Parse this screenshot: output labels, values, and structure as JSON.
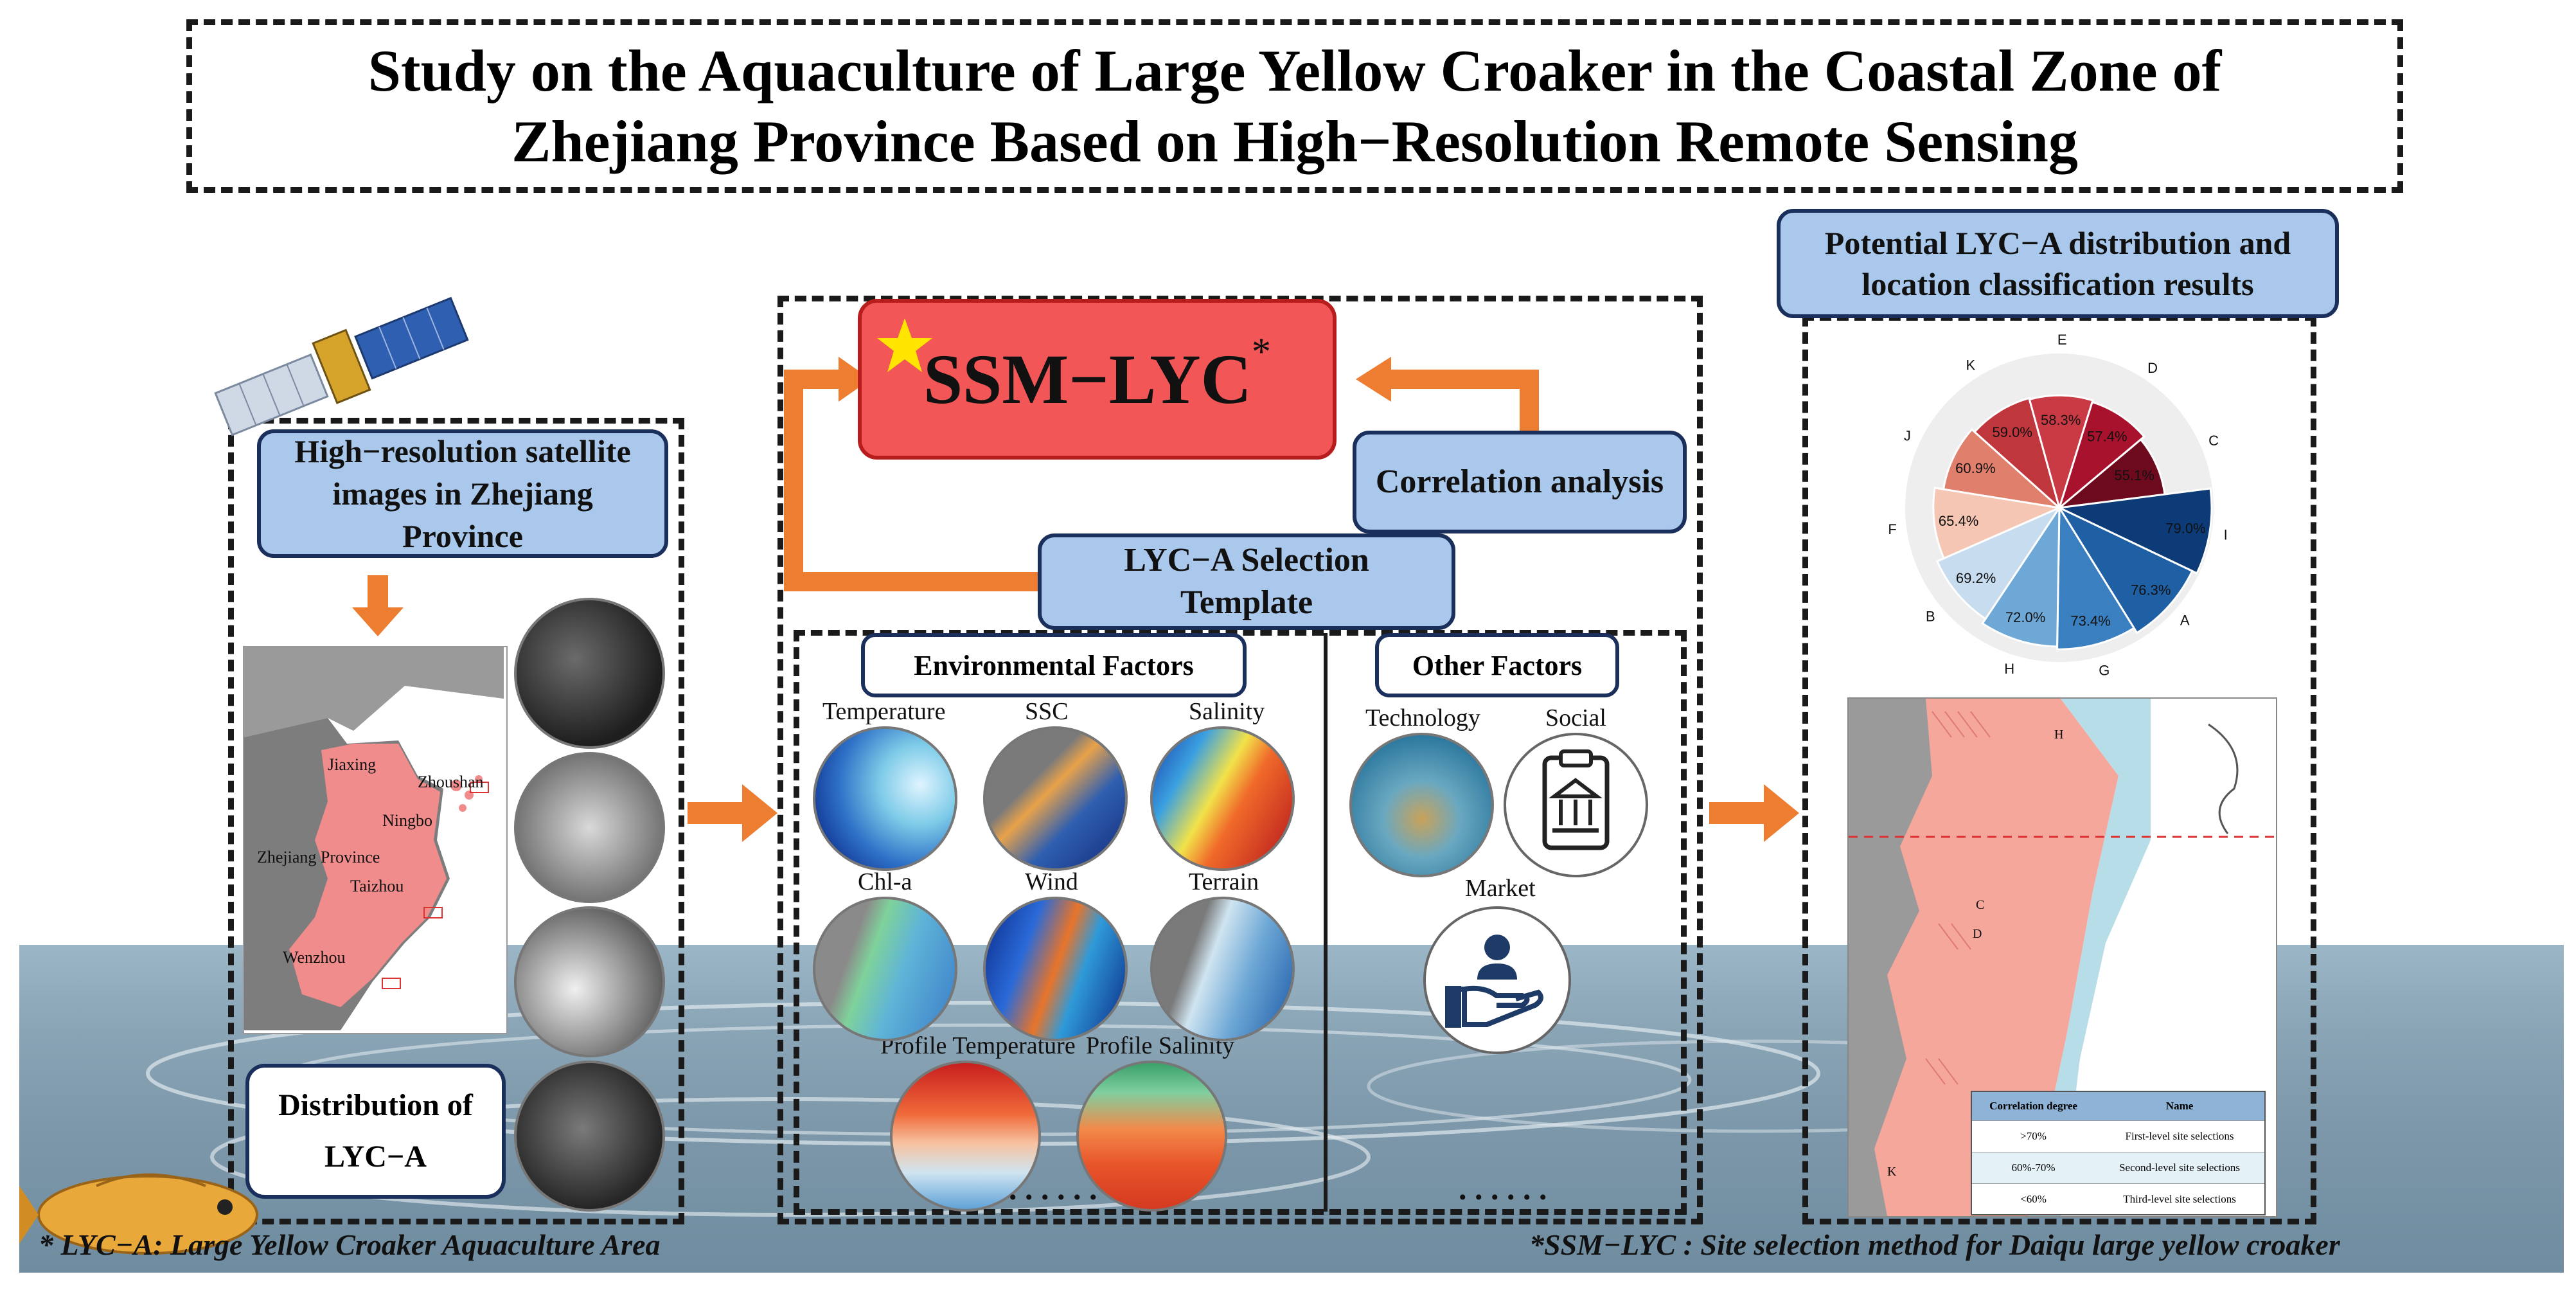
{
  "title": {
    "line1": "Study on the Aquaculture of Large Yellow Croaker in the Coastal Zone of",
    "line2": "Zhejiang Province Based on High−Resolution Remote Sensing"
  },
  "left": {
    "satellite_label": "High−resolution satellite images in Zhejiang Province",
    "map_cities": [
      "Jiaxing",
      "Zhoushan",
      "Ningbo",
      "Zhejiang Province",
      "Taizhou",
      "Wenzhou"
    ],
    "distribution_line1": "Distribution of",
    "distribution_line2": "LYC−A"
  },
  "center": {
    "ssm_title": "SSM−LYC",
    "ssm_sup": "*",
    "correlation_label": "Correlation analysis",
    "template_label": "LYC−A Selection Template",
    "env_header": "Environmental Factors",
    "other_header": "Other Factors",
    "env_factors": [
      "Temperature",
      "SSC",
      "Salinity",
      "Chl-a",
      "Wind",
      "Terrain",
      "Profile Temperature",
      "Profile Salinity"
    ],
    "other_factors": [
      "Technology",
      "Social",
      "Market"
    ],
    "ellipsis_left": ". . . . . .",
    "ellipsis_right": ". . .   . . ."
  },
  "right": {
    "results_label": "Potential LYC−A distribution and location classification results",
    "legend_headers": [
      "Correlation degree",
      "Name"
    ],
    "legend_rows": [
      [
        ">70%",
        "First-level site selections"
      ],
      [
        "60%-70%",
        "Second-level site selections"
      ],
      [
        "<60%",
        "Third-level site selections"
      ]
    ],
    "map_letters": [
      "H",
      "C",
      "D",
      "K"
    ]
  },
  "chart_data": {
    "type": "pie",
    "categories": [
      "C",
      "I",
      "A",
      "G",
      "H",
      "B",
      "F",
      "J",
      "K",
      "E",
      "D"
    ],
    "values": [
      55.1,
      79.0,
      76.3,
      73.4,
      72.0,
      69.2,
      65.4,
      60.9,
      59.0,
      58.3,
      57.4
    ],
    "value_labels": [
      "55.1%",
      "79.0%",
      "76.3%",
      "73.4%",
      "72.0%",
      "69.2%",
      "65.4%",
      "60.9%",
      "59.0%",
      "58.3%",
      "57.4%"
    ],
    "colors": [
      "#6e0a1e",
      "#0c3b78",
      "#1f5fa3",
      "#3a7fc0",
      "#6ea8d6",
      "#c7dcef",
      "#f4c6b3",
      "#e07f6b",
      "#c0363d",
      "#c93a45",
      "#a8122c"
    ]
  },
  "footnotes": {
    "left": "* LYC−A: Large Yellow Croaker Aquaculture Area",
    "right": "*SSM−LYC : Site selection method for Daiqu large yellow croaker"
  }
}
